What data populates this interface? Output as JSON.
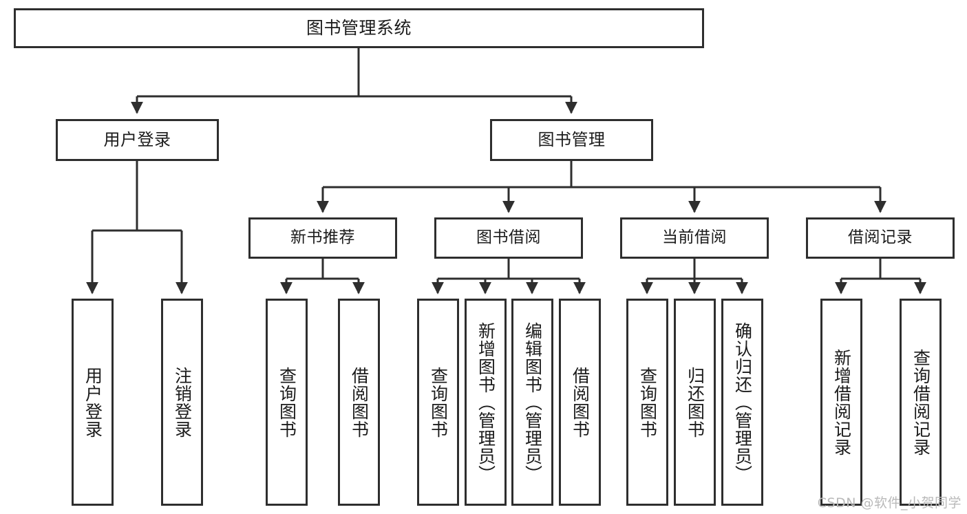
{
  "diagram": {
    "title": "图书管理系统",
    "type": "tree-hierarchy",
    "root": {
      "label": "图书管理系统"
    },
    "level1": [
      {
        "label": "用户登录"
      },
      {
        "label": "图书管理"
      }
    ],
    "level2": [
      {
        "label": "新书推荐"
      },
      {
        "label": "图书借阅"
      },
      {
        "label": "当前借阅"
      },
      {
        "label": "借阅记录"
      }
    ],
    "leaves": {
      "user_login": [
        {
          "label": "用户登录"
        },
        {
          "label": "注销登录"
        }
      ],
      "new_book_recommend": [
        {
          "label": "查询图书"
        },
        {
          "label": "借阅图书"
        }
      ],
      "book_borrow": [
        {
          "label": "查询图书"
        },
        {
          "label": "新增图书（管理员）"
        },
        {
          "label": "编辑图书（管理员）"
        },
        {
          "label": "借阅图书"
        }
      ],
      "current_borrow": [
        {
          "label": "查询图书"
        },
        {
          "label": "归还图书"
        },
        {
          "label": "确认归还（管理员）"
        }
      ],
      "borrow_record": [
        {
          "label": "新增借阅记录"
        },
        {
          "label": "查询借阅记录"
        }
      ]
    }
  },
  "watermark": {
    "text": "CSDN @软件_小贺同学"
  },
  "colors": {
    "stroke": "#2e2e2e",
    "background": "#ffffff",
    "text": "#1b1b1b",
    "watermark": "#b9b9b9"
  }
}
